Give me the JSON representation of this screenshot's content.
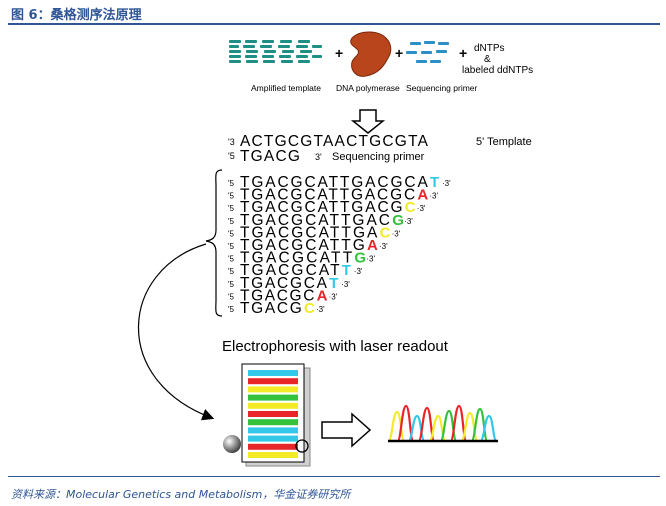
{
  "header": {
    "title": "图 6：桑格测序法原理"
  },
  "reagents": {
    "template_label": "Amplified template",
    "polymerase_label": "DNA polymerase",
    "primer_label": "Sequencing primer",
    "dntp_line1": "dNTPs",
    "dntp_line2": "&",
    "dntp_line3": "labeled ddNTPs",
    "plus": "+"
  },
  "template_strand": {
    "prefix": "'3",
    "bases": "ACTGCGTAACTGCGTA",
    "suffix": "5' Template"
  },
  "primer_strand": {
    "prefix": "'5",
    "bases": "TGACG",
    "suffix": "3'",
    "label": "Sequencing primer"
  },
  "fragments": [
    {
      "prefix": "'5",
      "seq": "TGACGCATTGACGCA",
      "term": "T",
      "suffix": "3'"
    },
    {
      "prefix": "'5",
      "seq": "TGACGCATTGACGC",
      "term": "A",
      "suffix": "3'"
    },
    {
      "prefix": "'5",
      "seq": "TGACGCATTGACG",
      "term": "C",
      "suffix": "3'"
    },
    {
      "prefix": "'5",
      "seq": "TGACGCATTGAC",
      "term": "G",
      "suffix": "3'"
    },
    {
      "prefix": "'5",
      "seq": "TGACGCATTGA",
      "term": "C",
      "suffix": "3'"
    },
    {
      "prefix": "'5",
      "seq": "TGACGCATTG",
      "term": "A",
      "suffix": "3'"
    },
    {
      "prefix": "'5",
      "seq": "TGACGCATT",
      "term": "G",
      "suffix": "3'"
    },
    {
      "prefix": "'5",
      "seq": "TGACGCAT",
      "term": "T",
      "suffix": "3'"
    },
    {
      "prefix": "'5",
      "seq": "TGACGCA",
      "term": "T",
      "suffix": "3'"
    },
    {
      "prefix": "'5",
      "seq": "TGACGC",
      "term": "A",
      "suffix": "3'"
    },
    {
      "prefix": "'5",
      "seq": "TGACG",
      "term": "C",
      "suffix": "3'"
    }
  ],
  "base_colors": {
    "T": "#33c8e8",
    "A": "#e8262a",
    "C": "#f3ea28",
    "G": "#34c23c"
  },
  "gel_band_colors": [
    "#33c8e8",
    "#e8262a",
    "#f3ea28",
    "#34c23c",
    "#f3ea28",
    "#e8262a",
    "#34c23c",
    "#33c8e8",
    "#33c8e8",
    "#e8262a",
    "#f3ea28"
  ],
  "electrophoresis": {
    "label": "Electrophoresis with laser readout"
  },
  "source": {
    "text": "资料来源：Molecular Genetics and Metabolism，华金证券研究所"
  }
}
